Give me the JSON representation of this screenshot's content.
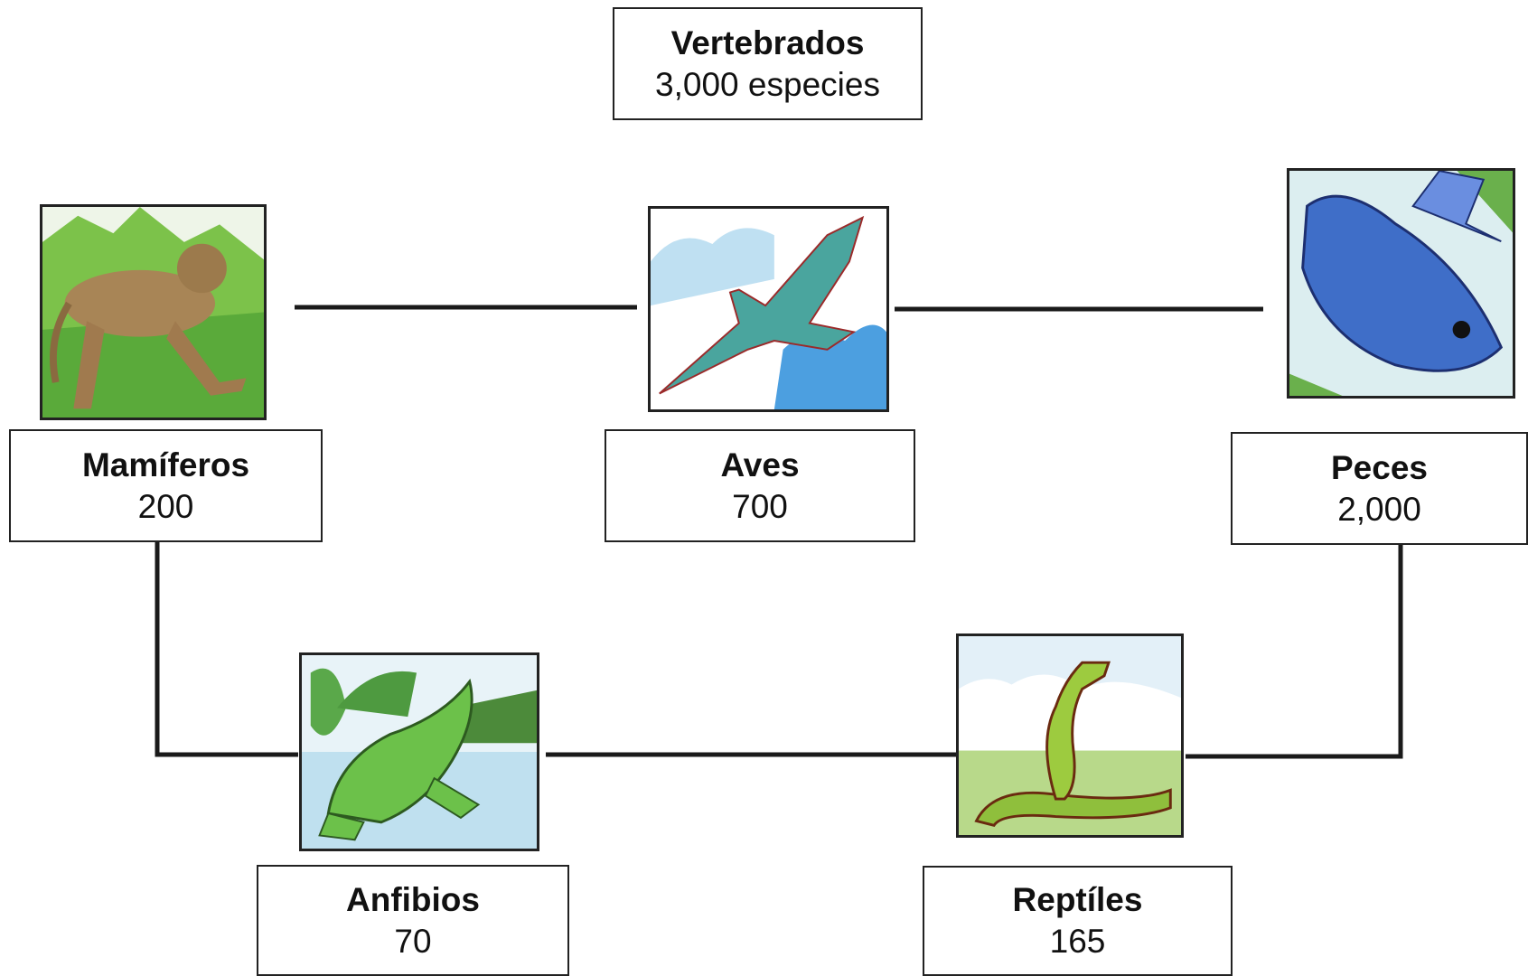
{
  "title": {
    "name": "Vertebrados",
    "count": "3,000 especies"
  },
  "groups": [
    {
      "id": "mamiferos",
      "name": "Mamíferos",
      "count": "200",
      "icon": "monkey-icon"
    },
    {
      "id": "aves",
      "name": "Aves",
      "count": "700",
      "icon": "bird-icon"
    },
    {
      "id": "peces",
      "name": "Peces",
      "count": "2,000",
      "icon": "fish-icon"
    },
    {
      "id": "anfibios",
      "name": "Anfibios",
      "count": "70",
      "icon": "frog-icon"
    },
    {
      "id": "reptiles",
      "name": "Reptíles",
      "count": "165",
      "icon": "snake-icon"
    }
  ],
  "colors": {
    "line": "#1a1a1a",
    "border": "#222222"
  }
}
